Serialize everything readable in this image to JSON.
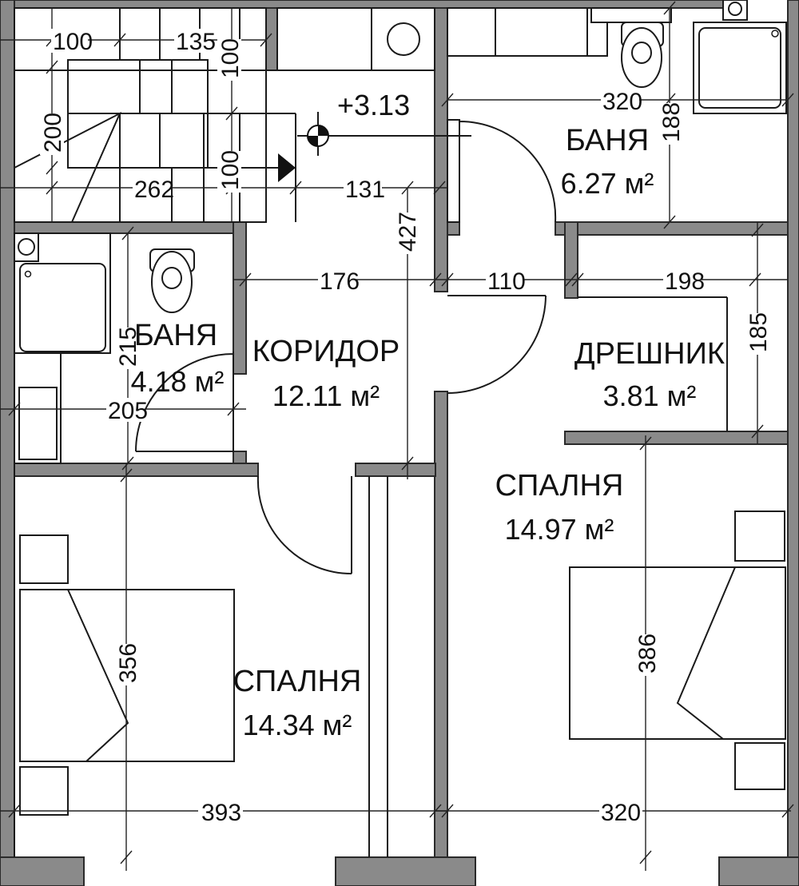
{
  "level": "+3.13",
  "rooms": {
    "bath_top": {
      "name": "БАНЯ",
      "area": "6.27 м²"
    },
    "bath_left": {
      "name": "БАНЯ",
      "area": "4.18 м²"
    },
    "corridor": {
      "name": "КОРИДОР",
      "area": "12.11 м²"
    },
    "wardrobe": {
      "name": "ДРЕШНИК",
      "area": "3.81 м²"
    },
    "bed_right": {
      "name": "СПАЛНЯ",
      "area": "14.97 м²"
    },
    "bed_left": {
      "name": "СПАЛНЯ",
      "area": "14.34 м²"
    }
  },
  "dimensions": {
    "stair_w1": "100",
    "stair_w2": "135",
    "stair_len": "262",
    "stair_h": "200",
    "landing_1": "100",
    "landing_2": "100",
    "corr_top": "131",
    "corr_h": "427",
    "corr_w": "176",
    "bath_top_w": "320",
    "bath_top_h": "188",
    "bath_left_h": "215",
    "bath_left_w": "205",
    "wardrobe_gap": "110",
    "wardrobe_w": "198",
    "wardrobe_h": "185",
    "bed_left_h": "356",
    "bed_left_w": "393",
    "bed_right_h": "386",
    "bed_right_w": "320"
  }
}
